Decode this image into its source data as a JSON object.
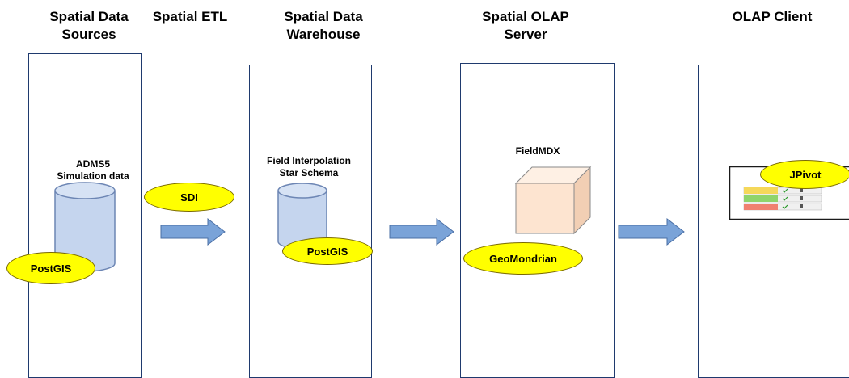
{
  "columns": [
    {
      "title_line1": "Spatial Data",
      "title_line2": "Sources"
    },
    {
      "title_line1": "Spatial ETL",
      "title_line2": ""
    },
    {
      "title_line1": "Spatial Data",
      "title_line2": "Warehouse"
    },
    {
      "title_line1": "Spatial OLAP",
      "title_line2": "Server"
    },
    {
      "title_line1": "OLAP Client",
      "title_line2": ""
    }
  ],
  "sources": {
    "label_line1": "ADMS5",
    "label_line2": "Simulation data",
    "badge": "PostGIS"
  },
  "etl": {
    "badge": "SDI"
  },
  "warehouse": {
    "label_line1": "Field Interpolation",
    "label_line2": "Star Schema",
    "badge": "PostGIS"
  },
  "server": {
    "label": "FieldMDX",
    "badge": "GeoMondrian"
  },
  "client": {
    "badge": "JPivot"
  },
  "colors": {
    "panel_border": "#1f3a6e",
    "cylinder_fill": "#c5d5ee",
    "cube_fill": "#fde4d0",
    "arrow_fill": "#7aa3d8",
    "badge_fill": "#ffff00"
  }
}
